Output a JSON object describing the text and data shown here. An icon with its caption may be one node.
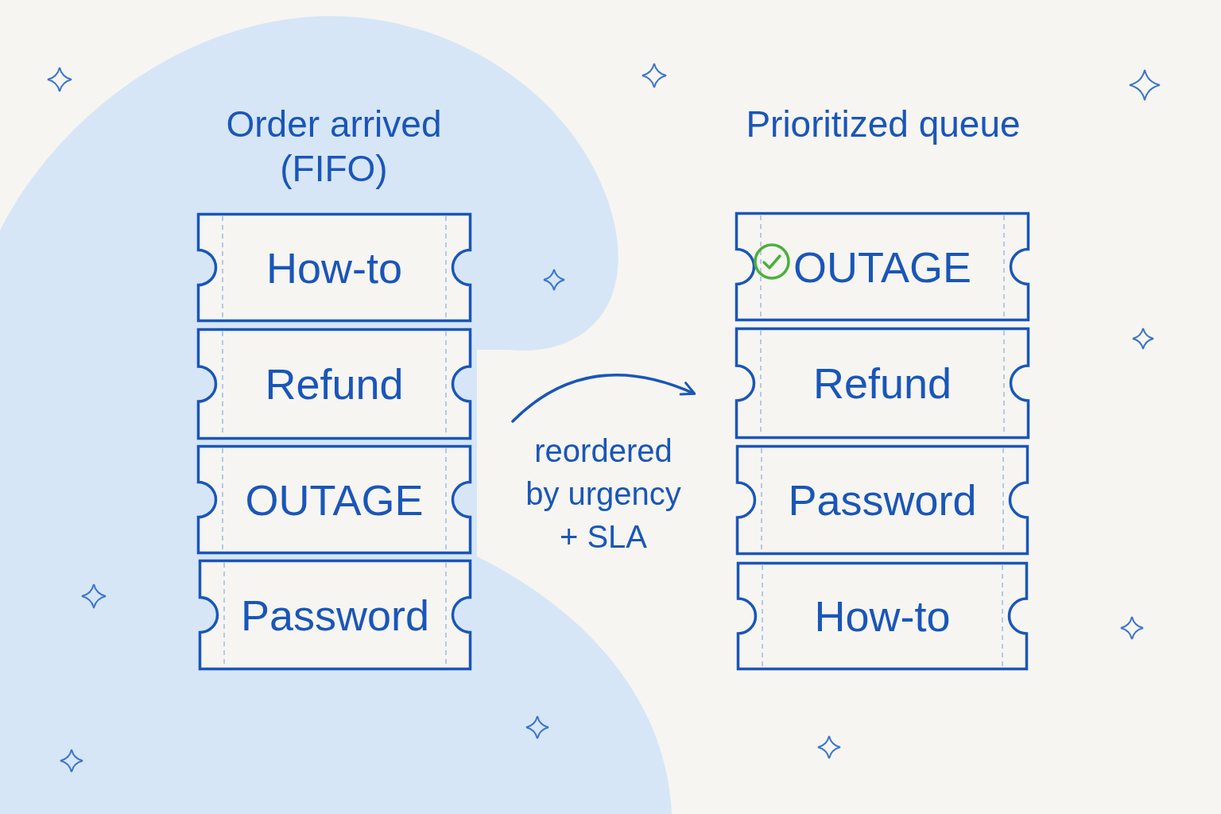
{
  "diagram": {
    "nodes": [
      {
        "text": [
          "Order arrived (FIFO)"
        ]
      },
      {
        "text": [
          "How-to"
        ],
        "in": 0
      },
      {
        "text": [
          "Refund"
        ],
        "in": 0
      },
      {
        "text": [
          "OUTAGE"
        ],
        "in": 0
      },
      {
        "text": [
          "Password"
        ],
        "in": 0
      },
      {
        "text": [
          "Prioritized queue"
        ]
      },
      {
        "text": [
          "OUTAGE"
        ],
        "in": 5
      },
      {
        "text": [
          "Refund"
        ],
        "in": 5
      },
      {
        "text": [
          "Password"
        ],
        "in": 5
      },
      {
        "text": [
          "How-to"
        ],
        "in": 5
      }
    ],
    "edges": [
      {
        "from": 0,
        "to": 5,
        "arrow": "to",
        "label": "reordered by urgency + SLA"
      }
    ]
  }
}
